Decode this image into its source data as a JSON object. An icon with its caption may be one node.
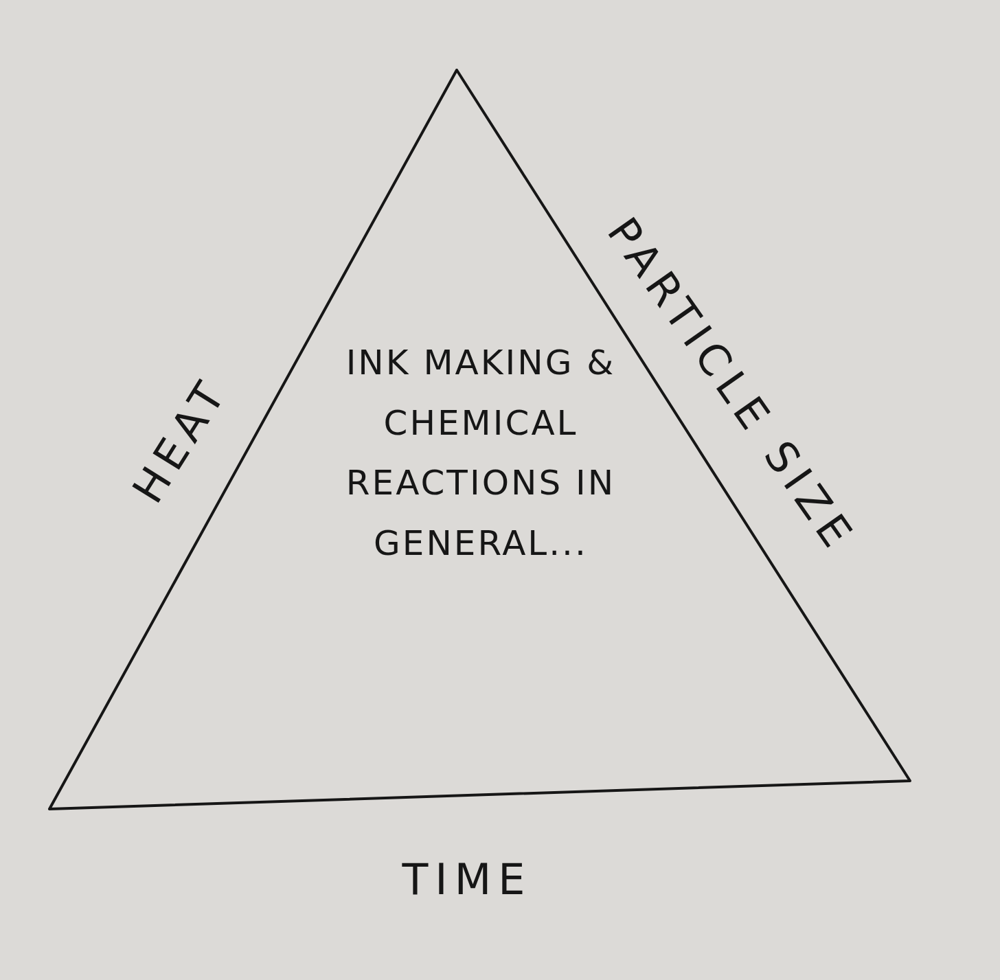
{
  "diagram": {
    "nodes": [
      {
        "text": [
          "INK MAKING & CHEMICAL REACTIONS IN GENERAL..."
        ]
      }
    ],
    "edges": [],
    "labels": [
      "HEAT",
      "PARTICLE SIZE",
      "TIME"
    ]
  }
}
